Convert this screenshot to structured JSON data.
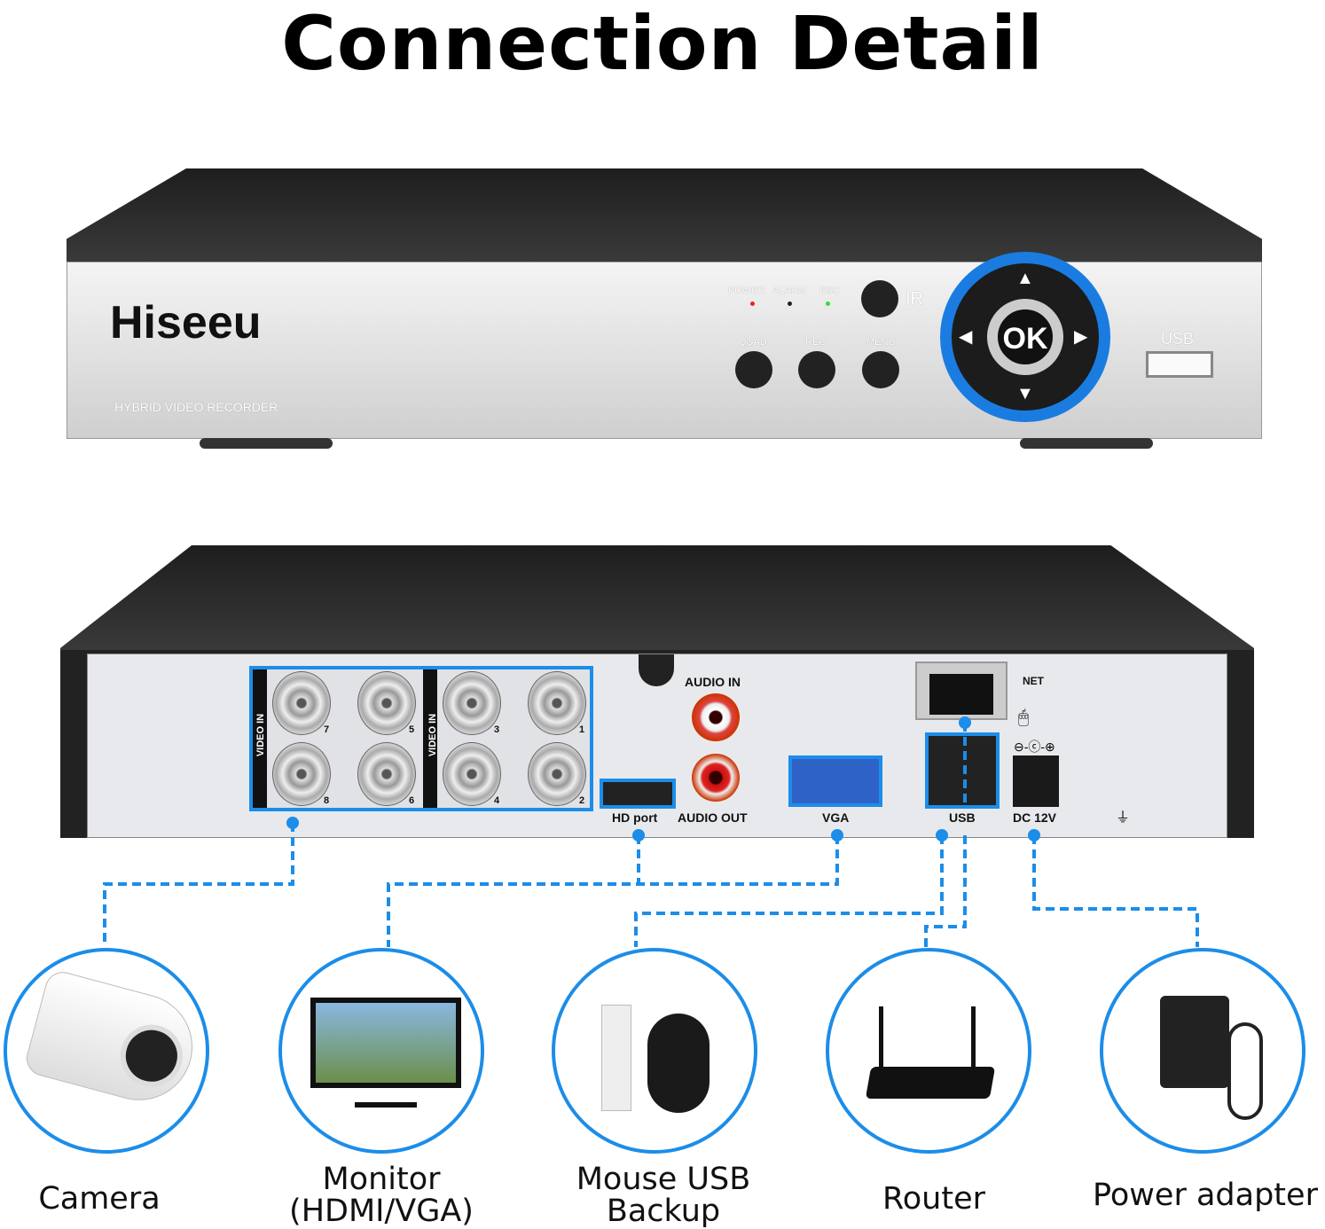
{
  "title": "Connection Detail",
  "front": {
    "brand": "Hiseeu",
    "subtitle": "HYBRID VIDEO RECORDER",
    "indicators": [
      "POWER",
      "ALARM",
      "ESC"
    ],
    "ir": "IR",
    "buttons": [
      "QUAD",
      "REC",
      "MENU"
    ],
    "ok": "OK",
    "usb": "USB"
  },
  "back": {
    "video_in": "VIDEO IN",
    "channels": [
      "7",
      "5",
      "8",
      "6",
      "3",
      "1",
      "4",
      "2"
    ],
    "hdmi": "HD port",
    "audio_in": "AUDIO IN",
    "audio_out": "AUDIO OUT",
    "vga": "VGA",
    "net": "NET",
    "usb": "USB",
    "dc": "DC 12V"
  },
  "devices": [
    {
      "label": "Camera"
    },
    {
      "label": "Monitor (HDMI/VGA)"
    },
    {
      "label": "Mouse USB Backup"
    },
    {
      "label": "Router"
    },
    {
      "label": "Power adapter"
    }
  ],
  "colors": {
    "accent": "#1c8de8"
  }
}
